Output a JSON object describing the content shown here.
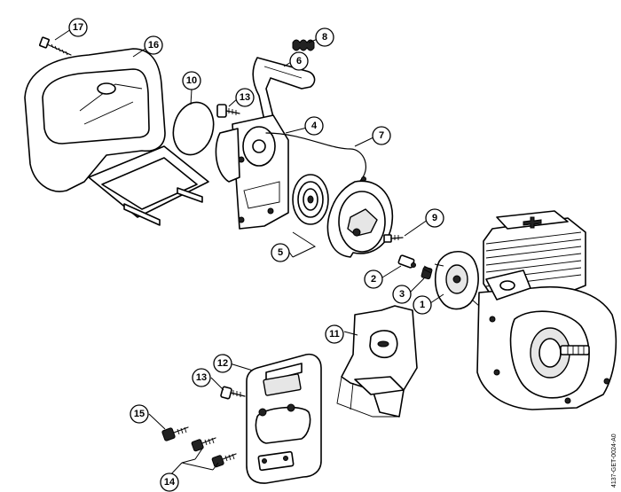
{
  "callouts": [
    {
      "id": "c17",
      "label": "17"
    },
    {
      "id": "c16",
      "label": "16"
    },
    {
      "id": "c10",
      "label": "10"
    },
    {
      "id": "c13a",
      "label": "13"
    },
    {
      "id": "c8",
      "label": "8"
    },
    {
      "id": "c6",
      "label": "6"
    },
    {
      "id": "c4",
      "label": "4"
    },
    {
      "id": "c7",
      "label": "7"
    },
    {
      "id": "c5",
      "label": "5"
    },
    {
      "id": "c9",
      "label": "9"
    },
    {
      "id": "c2",
      "label": "2"
    },
    {
      "id": "c3",
      "label": "3"
    },
    {
      "id": "c1",
      "label": "1"
    },
    {
      "id": "c11",
      "label": "11"
    },
    {
      "id": "c12",
      "label": "12"
    },
    {
      "id": "c13b",
      "label": "13"
    },
    {
      "id": "c15",
      "label": "15"
    },
    {
      "id": "c14",
      "label": "14"
    }
  ],
  "drawing_code": "4137-GET-0024-A0",
  "colors": {
    "line": "#000000",
    "background": "#ffffff"
  }
}
